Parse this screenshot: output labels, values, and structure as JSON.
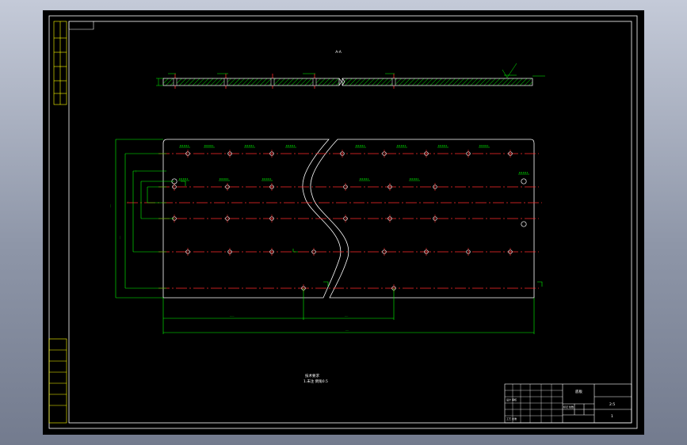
{
  "colors": {
    "viewport": "#000000",
    "frame": "#ffffff",
    "dimension": "#00ff00",
    "centerline": "#ff2a2a",
    "title_block": "#ffff00"
  },
  "section": {
    "label": "A-A"
  },
  "notes": {
    "heading": "技术要求",
    "line1": "1.未注 倒角0.5"
  },
  "title_block": {
    "part_name": "底板",
    "scale": "2:5",
    "sheet": "1",
    "designer": "标记 处数",
    "reviewer": "设计 审核",
    "approver": "工艺 批准"
  }
}
